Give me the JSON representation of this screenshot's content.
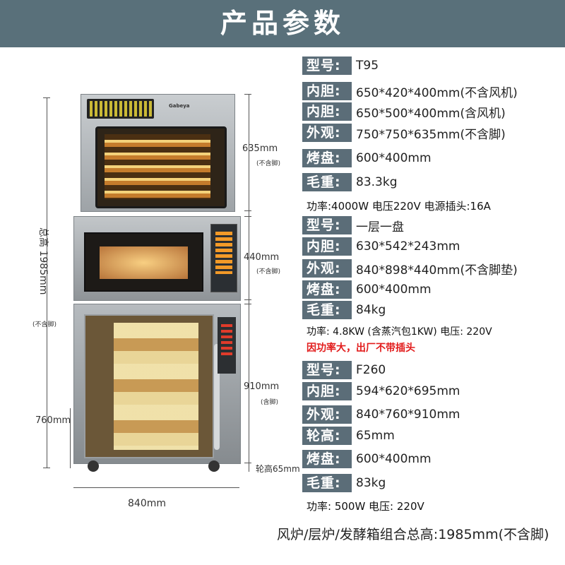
{
  "header": {
    "title": "产品参数"
  },
  "specs": {
    "t95": {
      "model_label": "型号:",
      "model_value": "T95",
      "inner1_label": "内胆:",
      "inner1_value": "650*420*400mm(不含风机)",
      "inner2_label": "内胆:",
      "inner2_value": "650*500*400mm(含风机)",
      "outer_label": "外观:",
      "outer_value": "750*750*635mm(不含脚)",
      "tray_label": "烤盘:",
      "tray_value": "600*400mm",
      "weight_label": "毛重:",
      "weight_value": "83.3kg",
      "power_note": "功率:4000W 电压220V 电源插头:16A"
    },
    "deck": {
      "model_label": "型号:",
      "model_value": "一层一盘",
      "inner_label": "内胆:",
      "inner_value": "630*542*243mm",
      "outer_label": "外观:",
      "outer_value": "840*898*440mm(不含脚垫)",
      "tray_label": "烤盘:",
      "tray_value": "600*400mm",
      "weight_label": "毛重:",
      "weight_value": "84kg",
      "power_note": "功率: 4.8KW (含蒸汽包1KW) 电压: 220V",
      "warning": "因功率大，出厂不带插头"
    },
    "f260": {
      "model_label": "型号:",
      "model_value": "F260",
      "inner_label": "内胆:",
      "inner_value": "594*620*695mm",
      "outer_label": "外观:",
      "outer_value": "840*760*910mm",
      "wheel_label": "轮高:",
      "wheel_value": "65mm",
      "tray_label": "烤盘:",
      "tray_value": "600*400mm",
      "weight_label": "毛重:",
      "weight_value": "83kg",
      "power_note": "功率: 500W  电压: 220V"
    }
  },
  "summary": "风炉/层炉/发酵箱组合总高:1985mm(不含脚)",
  "dimensions": {
    "total_height": "总高 1985mm",
    "total_note": "(不含脚)",
    "h_760": "760mm",
    "h_635": "635mm",
    "h_635_note": "(不含脚)",
    "h_440": "440mm",
    "h_440_note": "(不含脚)",
    "h_910": "910mm",
    "h_910_note": "(含脚)",
    "wheel_height": "轮高65mm",
    "width_840": "840mm"
  },
  "brand": "Gabeya",
  "colors": {
    "header_bg": "#59707a",
    "label_bg": "#5b6d78",
    "warning": "#e21b1b"
  }
}
